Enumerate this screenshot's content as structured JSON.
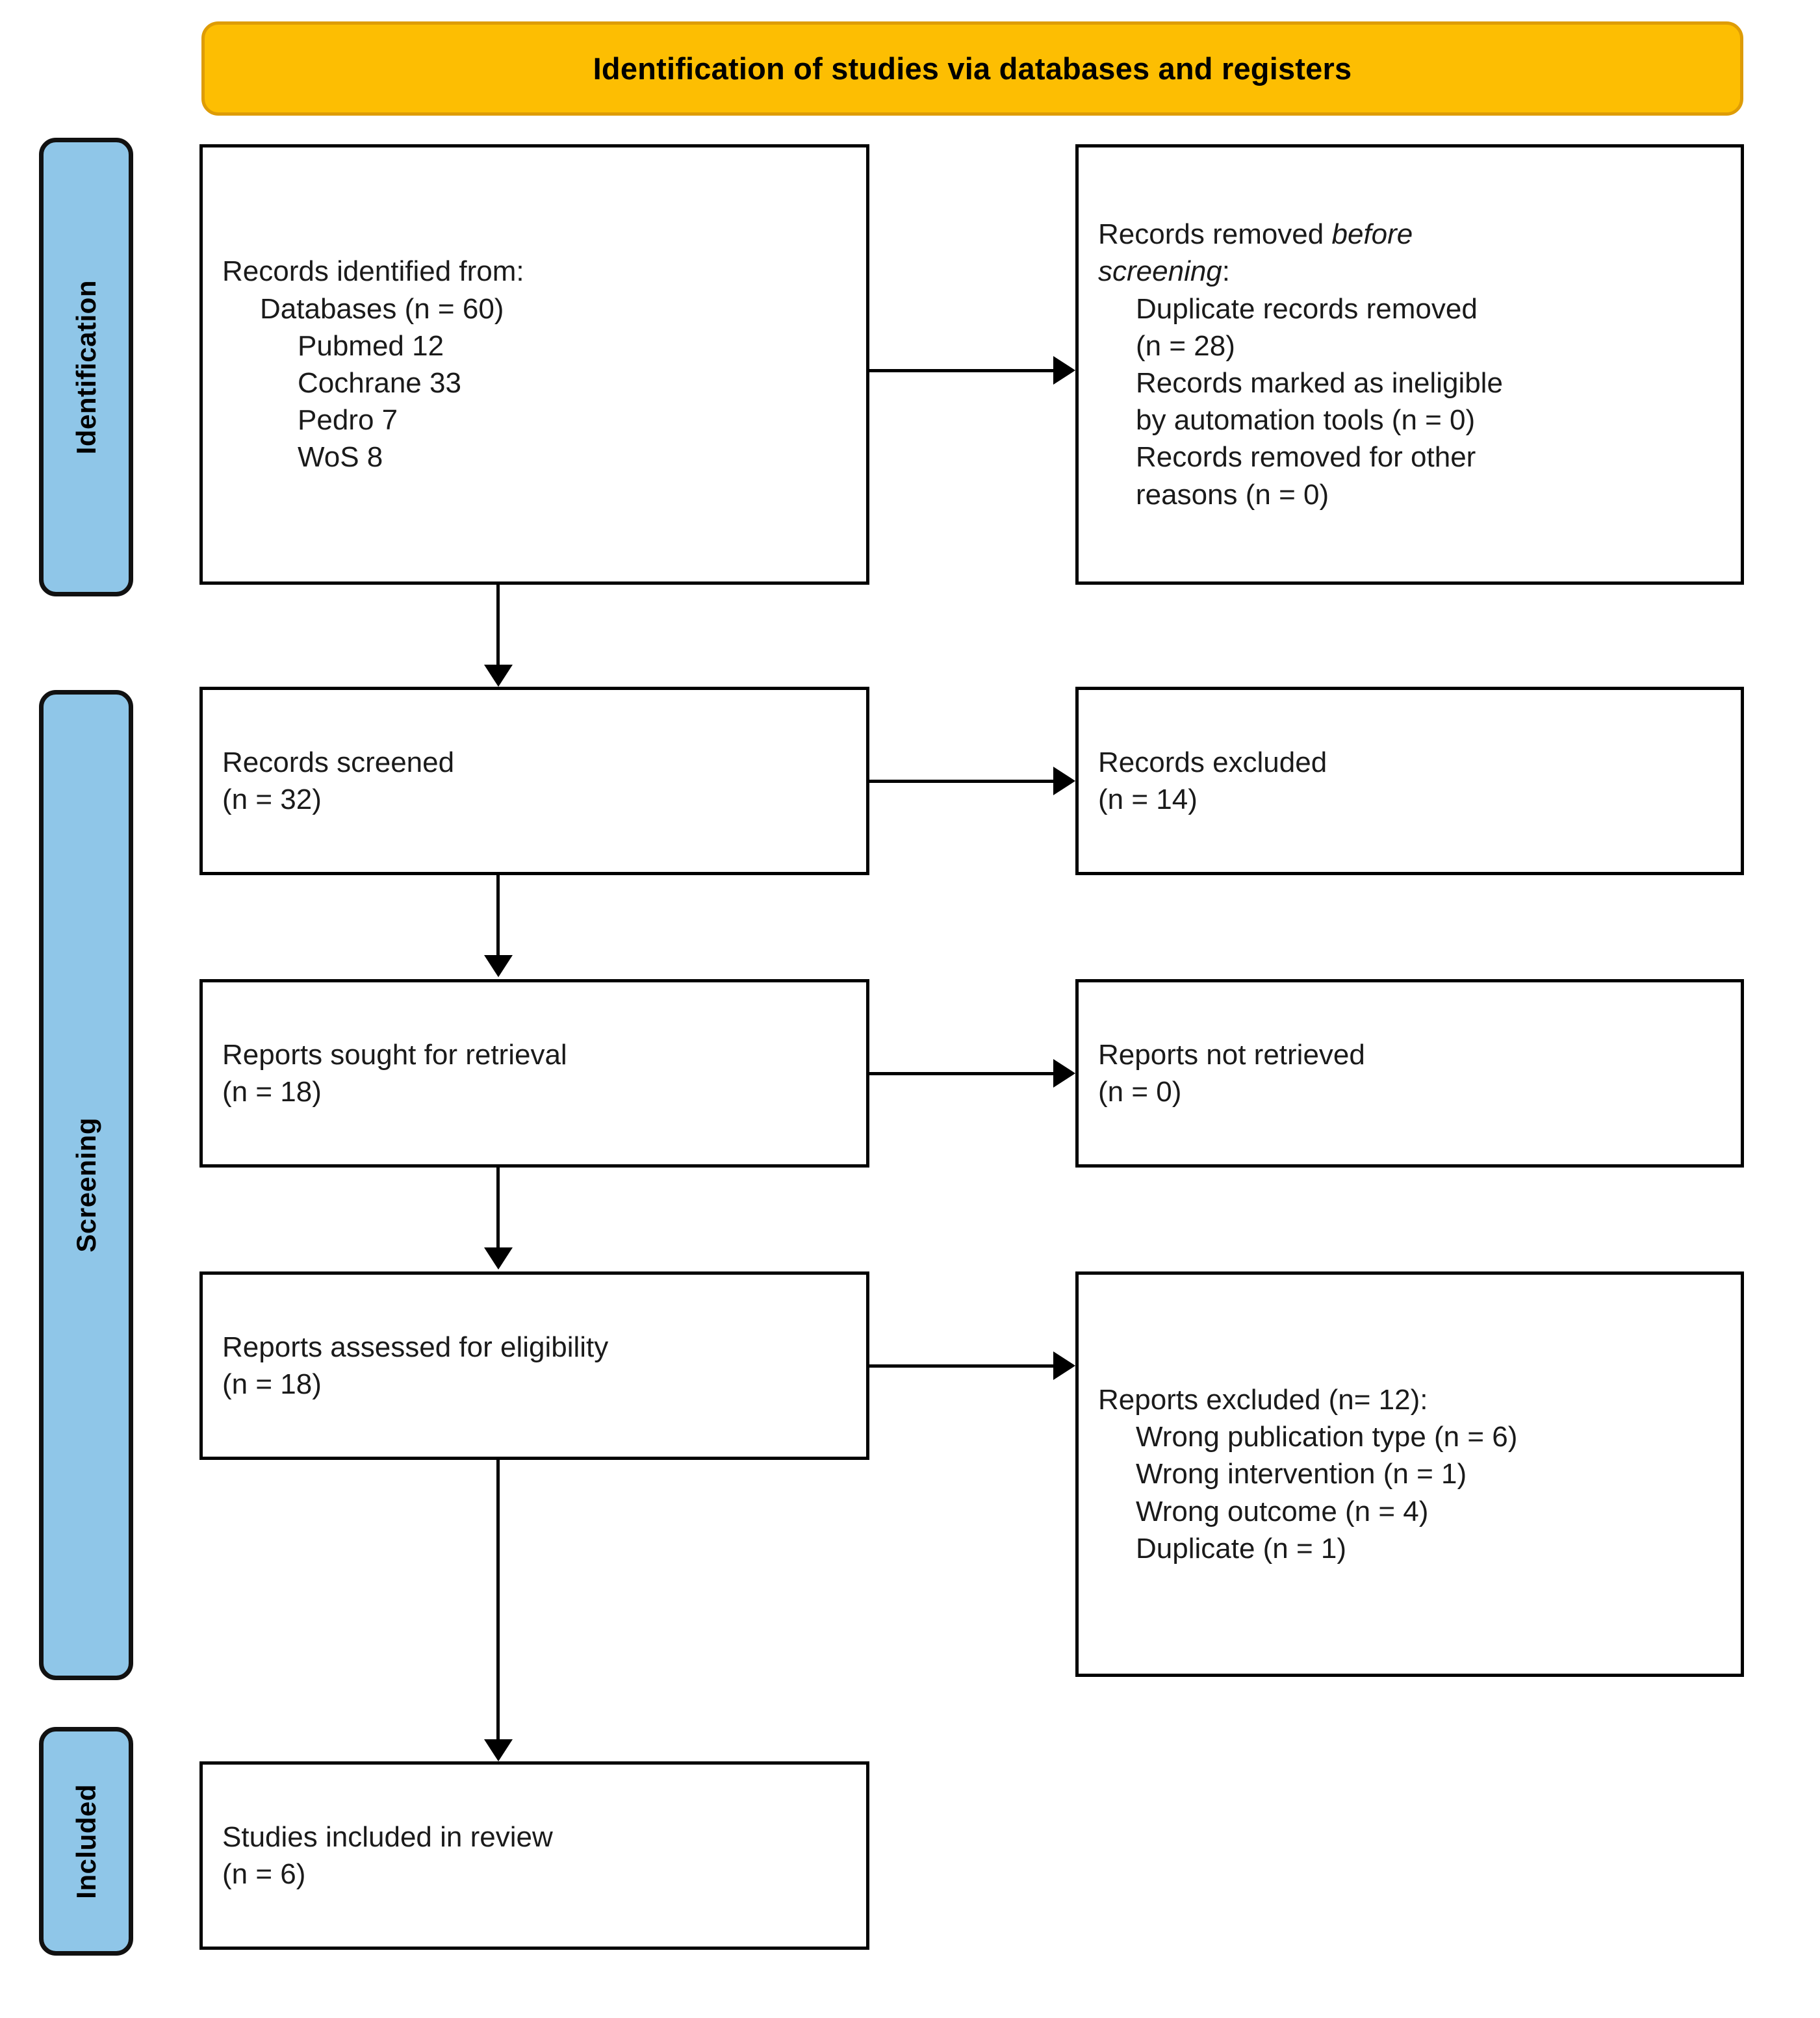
{
  "banner": {
    "title": "Identification of studies via databases and registers",
    "fill_color": "#FDBE02",
    "border_color": "#DE9C05"
  },
  "colors": {
    "stage_fill": "#8FC6E8",
    "box_border": "#000000",
    "page_background": "#FFFFFF"
  },
  "stages": [
    {
      "id": "identification",
      "label": "Identification"
    },
    {
      "id": "screening",
      "label": "Screening"
    },
    {
      "id": "included",
      "label": "Included"
    }
  ],
  "boxes": {
    "records_identified": {
      "line1": "Records identified from:",
      "line2": "Databases (n = 60)",
      "line3": "Pubmed 12",
      "line4": "Cochrane 33",
      "line5": "Pedro 7",
      "line6": "WoS 8"
    },
    "records_removed": {
      "line1a": "Records removed ",
      "line1b": "before",
      "line2a": "screening",
      "line2b": ":",
      "line3": "Duplicate records removed",
      "line4": "(n = 28)",
      "line5": "Records marked as ineligible",
      "line6": "by automation tools (n = 0)",
      "line7": "Records removed for other",
      "line8": "reasons (n = 0)"
    },
    "records_screened": {
      "line1": "Records screened",
      "line2": "(n = 32)"
    },
    "records_excluded": {
      "line1": "Records excluded",
      "line2": "(n = 14)"
    },
    "reports_sought": {
      "line1": "Reports sought for retrieval",
      "line2": "(n = 18)"
    },
    "reports_not_retrieved": {
      "line1": "Reports not retrieved",
      "line2": "(n = 0)"
    },
    "reports_assessed": {
      "line1": "Reports assessed for eligibility",
      "line2": "(n = 18)"
    },
    "reports_excluded": {
      "line1": "Reports excluded (n= 12):",
      "line2": "Wrong publication type (n = 6)",
      "line3": "Wrong intervention (n = 1)",
      "line4": "Wrong outcome (n = 4)",
      "line5": "Duplicate (n = 1)"
    },
    "studies_included": {
      "line1": "Studies included in review",
      "line2": "(n = 6)"
    }
  }
}
